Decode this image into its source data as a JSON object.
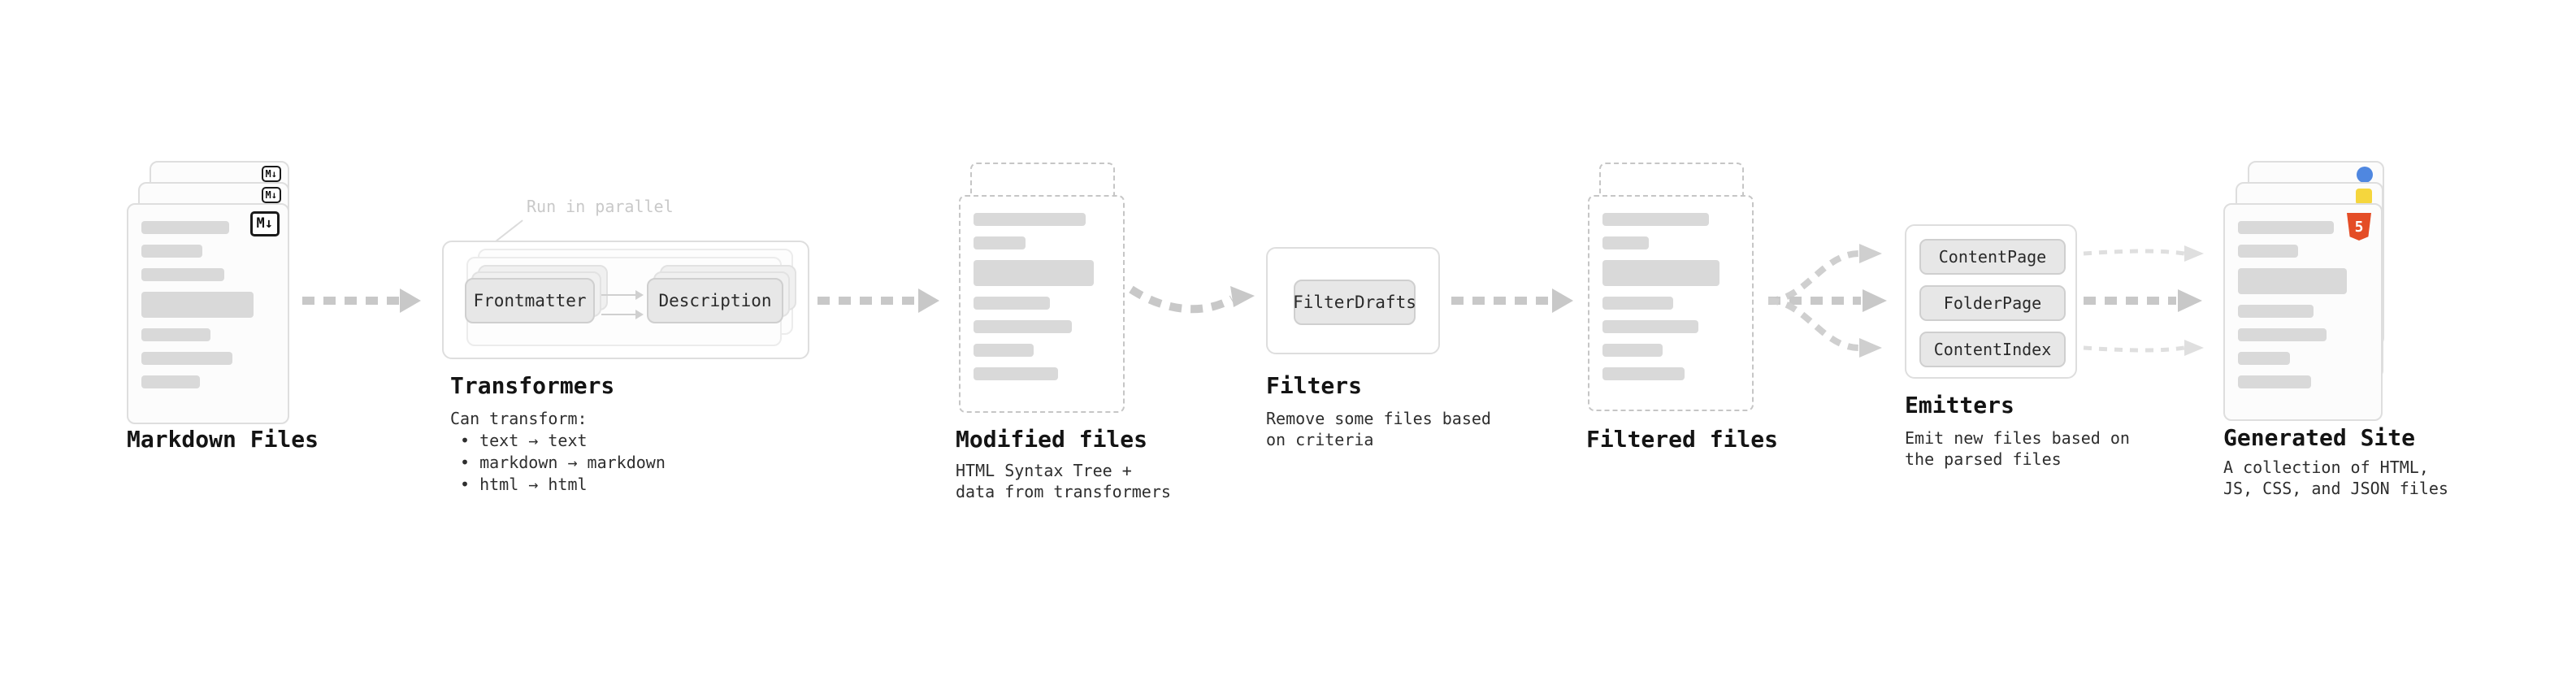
{
  "colors": {
    "arrow": "#c8c8c8",
    "arrow_faint": "#dfdfdf",
    "bar": "#d9d9d9",
    "dashed_border": "#c6c6c6",
    "chip_bg": "#e7e7e7",
    "chip_border": "#cfcfcf",
    "title_text": "#141414",
    "body_text": "#2e2e2e",
    "faint_text": "#c9c9c9",
    "markdown_icon": "#111111",
    "html5_orange": "#e44d26",
    "js_yellow": "#f5d63d",
    "css_blue": "#4f87e0"
  },
  "nodes": {
    "markdown_files": {
      "title": "Markdown Files",
      "icon_glyph": "M↓"
    },
    "transformers": {
      "title": "Transformers",
      "parallel_label": "Run in parallel",
      "chips": [
        "Frontmatter",
        "Description"
      ],
      "heading": "Can transform:",
      "bullets": [
        "• text → text",
        "• markdown → markdown",
        "• html → html"
      ]
    },
    "modified_files": {
      "title": "Modified files",
      "description": "HTML Syntax Tree +\ndata from transformers"
    },
    "filters": {
      "title": "Filters",
      "chips": [
        "FilterDrafts"
      ],
      "description": "Remove some files based\non criteria"
    },
    "filtered_files": {
      "title": "Filtered files"
    },
    "emitters": {
      "title": "Emitters",
      "chips": [
        "ContentPage",
        "FolderPage",
        "ContentIndex"
      ],
      "description": "Emit new files based on\nthe parsed files"
    },
    "generated_site": {
      "title": "Generated Site",
      "icon_glyph": "5",
      "description": "A collection of HTML,\nJS, CSS, and JSON files"
    }
  }
}
